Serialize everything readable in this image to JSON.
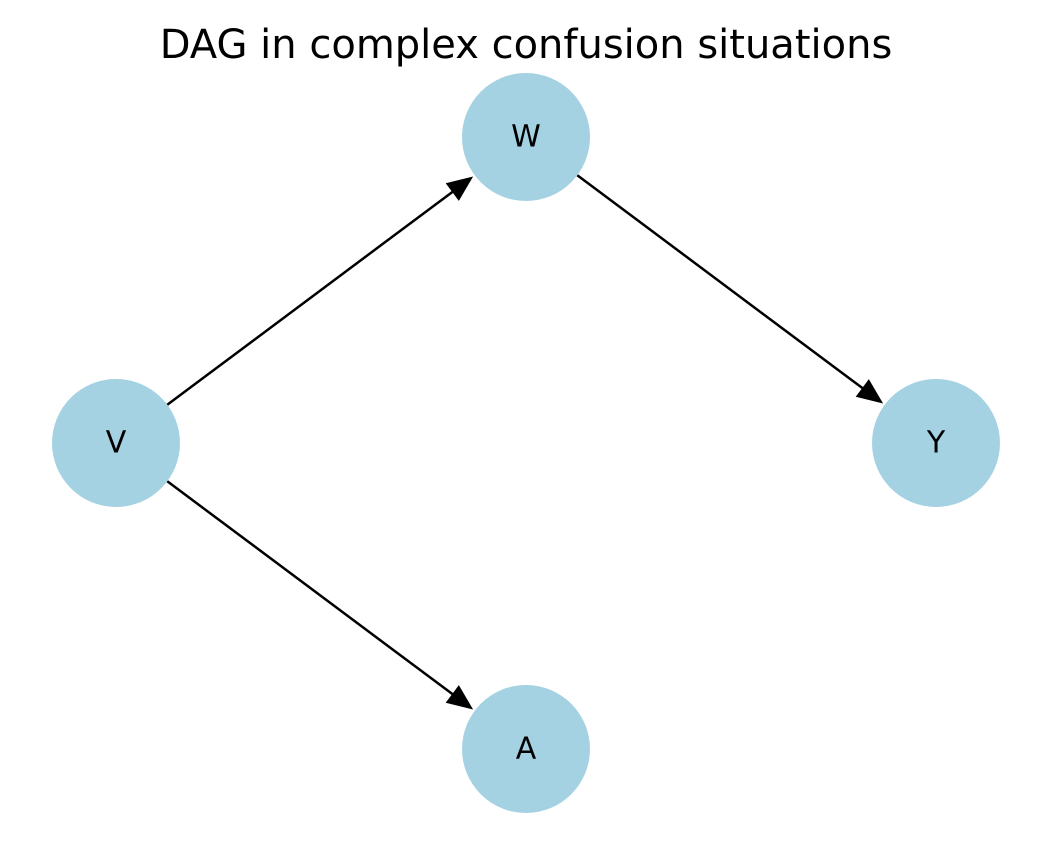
{
  "diagram": {
    "title": "DAG in complex confusion situations",
    "node_color": "#a4d2e3",
    "edge_color": "#000000",
    "nodes": [
      {
        "id": "W",
        "label": "W"
      },
      {
        "id": "V",
        "label": "V"
      },
      {
        "id": "Y",
        "label": "Y"
      },
      {
        "id": "A",
        "label": "A"
      }
    ],
    "edges": [
      {
        "from": "V",
        "to": "W"
      },
      {
        "from": "W",
        "to": "Y"
      },
      {
        "from": "V",
        "to": "A"
      }
    ]
  }
}
